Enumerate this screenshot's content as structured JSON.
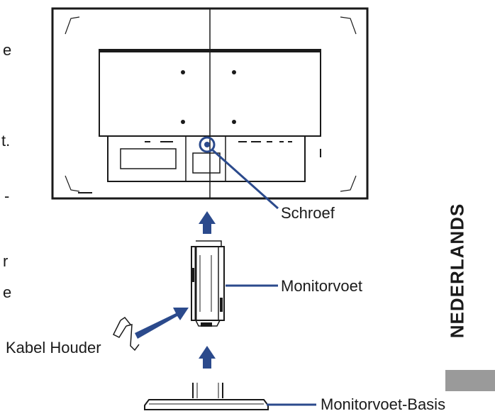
{
  "left_fragments": [
    "e",
    "t.",
    "-",
    "r",
    "e"
  ],
  "labels": {
    "screw": "Schroef",
    "stand": "Monitorvoet",
    "cable_holder": "Kabel Houder",
    "base": "Monitorvoet-Basis"
  },
  "side_tab": "NEDERLANDS",
  "colors": {
    "accent": "#2b4a8c",
    "line": "#1a1a1a",
    "tab_gray": "#9a9a9a"
  }
}
